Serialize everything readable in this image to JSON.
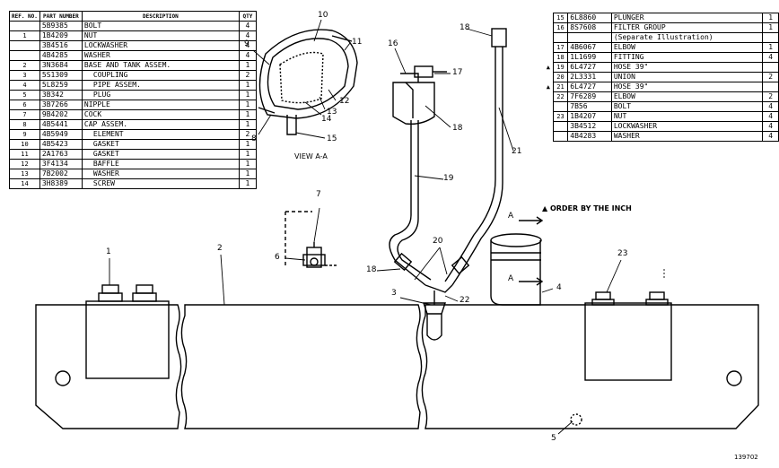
{
  "left_table": {
    "headers": {
      "ref": "REF. NO.",
      "part": "PART NUMBER",
      "desc": "DESCRIPTION",
      "qty": "QTY"
    },
    "rows": [
      {
        "ref": "",
        "part": "5B9385",
        "desc": "BOLT",
        "qty": "4",
        "indent": false
      },
      {
        "ref": "1",
        "part": "1B4209",
        "desc": "NUT",
        "qty": "4",
        "indent": false
      },
      {
        "ref": "",
        "part": "3B4516",
        "desc": "LOCKWASHER",
        "qty": "4",
        "indent": false
      },
      {
        "ref": "",
        "part": "4B4285",
        "desc": "WASHER",
        "qty": "4",
        "indent": false
      },
      {
        "ref": "2",
        "part": "3N3684",
        "desc": "BASE AND TANK ASSEM.",
        "qty": "1",
        "indent": false
      },
      {
        "ref": "3",
        "part": "5S1309",
        "desc": "COUPLING",
        "qty": "2",
        "indent": true
      },
      {
        "ref": "4",
        "part": "5L8259",
        "desc": "PIPE ASSEM.",
        "qty": "1",
        "indent": true
      },
      {
        "ref": "5",
        "part": "3B342",
        "desc": "PLUG",
        "qty": "1",
        "indent": true
      },
      {
        "ref": "6",
        "part": "3B7266",
        "desc": "NIPPLE",
        "qty": "1",
        "indent": false
      },
      {
        "ref": "7",
        "part": "9B4202",
        "desc": "COCK",
        "qty": "1",
        "indent": false
      },
      {
        "ref": "8",
        "part": "4B5441",
        "desc": "CAP ASSEM.",
        "qty": "1",
        "indent": false
      },
      {
        "ref": "9",
        "part": "4B5949",
        "desc": "ELEMENT",
        "qty": "2",
        "indent": true
      },
      {
        "ref": "10",
        "part": "4B5423",
        "desc": "GASKET",
        "qty": "1",
        "indent": true
      },
      {
        "ref": "11",
        "part": "2A1763",
        "desc": "GASKET",
        "qty": "1",
        "indent": true
      },
      {
        "ref": "12",
        "part": "3F4134",
        "desc": "BAFFLE",
        "qty": "1",
        "indent": true
      },
      {
        "ref": "13",
        "part": "7B2002",
        "desc": "WASHER",
        "qty": "1",
        "indent": true
      },
      {
        "ref": "14",
        "part": "3H8389",
        "desc": "SCREW",
        "qty": "1",
        "indent": true
      }
    ]
  },
  "right_table": {
    "rows": [
      {
        "mark": "",
        "ref": "15",
        "part": "6L8860",
        "desc": "PLUNGER",
        "qty": "1"
      },
      {
        "mark": "",
        "ref": "16",
        "part": "8S7608",
        "desc": "FILTER GROUP",
        "qty": "1"
      },
      {
        "mark": "",
        "ref": "",
        "part": "",
        "desc": "(Separate Illustration)",
        "qty": ""
      },
      {
        "mark": "",
        "ref": "17",
        "part": "4B6067",
        "desc": "ELBOW",
        "qty": "1"
      },
      {
        "mark": "",
        "ref": "18",
        "part": "1L1699",
        "desc": "FITTING",
        "qty": "4"
      },
      {
        "mark": "▲",
        "ref": "19",
        "part": "6L4727",
        "desc": "HOSE 39\"",
        "qty": ""
      },
      {
        "mark": "",
        "ref": "20",
        "part": "2L3331",
        "desc": "UNION",
        "qty": "2"
      },
      {
        "mark": "▲",
        "ref": "21",
        "part": "6L4727",
        "desc": "HOSE 39\"",
        "qty": ""
      },
      {
        "mark": "",
        "ref": "22",
        "part": "7F6289",
        "desc": "ELBOW",
        "qty": "2"
      },
      {
        "mark": "",
        "ref": "",
        "part": "7B56",
        "desc": "BOLT",
        "qty": "4"
      },
      {
        "mark": "",
        "ref": "23",
        "part": "1B4207",
        "desc": "NUT",
        "qty": "4"
      },
      {
        "mark": "",
        "ref": "",
        "part": "3B4512",
        "desc": "LOCKWASHER",
        "qty": "4"
      },
      {
        "mark": "",
        "ref": "",
        "part": "4B4283",
        "desc": "WASHER",
        "qty": "4"
      }
    ]
  },
  "notes": {
    "order_by_inch": "▲ ORDER BY THE INCH",
    "view_aa": "VIEW A-A",
    "section_a": "A",
    "drawing_number": "139702"
  },
  "callouts": {
    "c1": "1",
    "c2": "2",
    "c3": "3",
    "c4": "4",
    "c5": "5",
    "c6": "6",
    "c7": "7",
    "c8": "8",
    "c9": "9",
    "c10": "10",
    "c11": "11",
    "c12": "12",
    "c13": "13",
    "c14": "14",
    "c15": "15",
    "c16": "16",
    "c17": "17",
    "c18a": "18",
    "c18b": "18",
    "c18c": "18",
    "c19": "19",
    "c20": "20",
    "c21": "21",
    "c22": "22",
    "c23": "23"
  }
}
